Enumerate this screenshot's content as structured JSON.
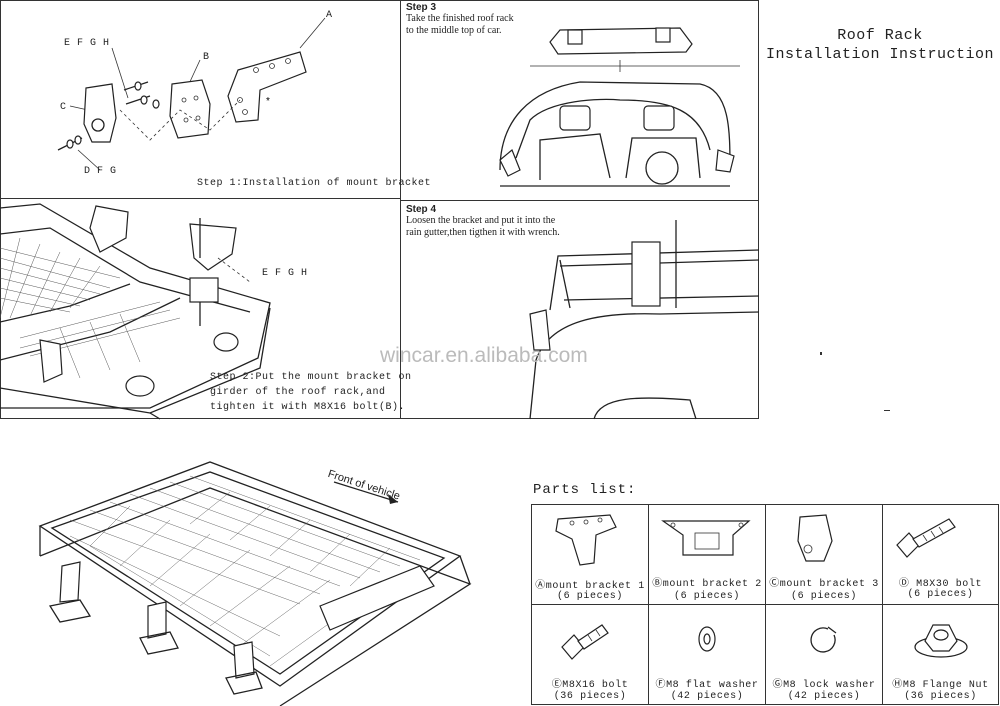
{
  "title": {
    "line1": "Roof Rack",
    "line2": "Installation Instruction"
  },
  "step1": {
    "caption": "Step 1:Installation of mount bracket",
    "label_efgh": "E F G H",
    "label_dfg": "D F G",
    "label_a": "A",
    "label_b": "B",
    "label_c": "C"
  },
  "step2": {
    "caption_line1": "Step 2:Put the mount bracket on",
    "caption_line2": "girder of the roof rack,and",
    "caption_line3": "tighten it with M8X16 bolt(B).",
    "label_efgh": "E F G H"
  },
  "step3": {
    "title": "Step 3",
    "line1": "Take the finished roof rack",
    "line2": "to the middle top of car."
  },
  "step4": {
    "title": "Step 4",
    "line1": "Loosen the bracket and put it into the",
    "line2": "rain gutter,then tigthen it with wrench."
  },
  "watermark": "wincar.en.alibaba.com",
  "front_label": "Front of vehicle",
  "parts_list": {
    "heading": "Parts list:",
    "items": [
      {
        "name": "Ⓐmount bracket 1",
        "qty": "(6 pieces)"
      },
      {
        "name": "Ⓑmount bracket 2",
        "qty": "(6 pieces)"
      },
      {
        "name": "Ⓒmount bracket 3",
        "qty": "(6 pieces)"
      },
      {
        "name": "Ⓓ M8X30 bolt",
        "qty": "(6 pieces)"
      },
      {
        "name": "ⒺM8X16 bolt",
        "qty": "(36 pieces)"
      },
      {
        "name": "ⒻM8 flat washer",
        "qty": "(42 pieces)"
      },
      {
        "name": "ⒼM8 lock washer",
        "qty": "(42 pieces)"
      },
      {
        "name": "ⒽM8 Flange Nut",
        "qty": "(36 pieces)"
      }
    ]
  }
}
